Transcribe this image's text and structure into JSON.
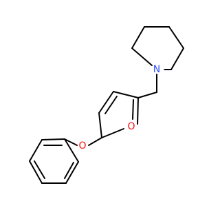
{
  "molecule": {
    "atom_labels": {
      "nitrogen": "N",
      "furan_oxygen": "O",
      "ether_oxygen": "O"
    },
    "colors": {
      "bond": "#000000",
      "nitrogen": "#3050F8",
      "oxygen": "#FF0D0D",
      "background": "#ffffff"
    }
  }
}
